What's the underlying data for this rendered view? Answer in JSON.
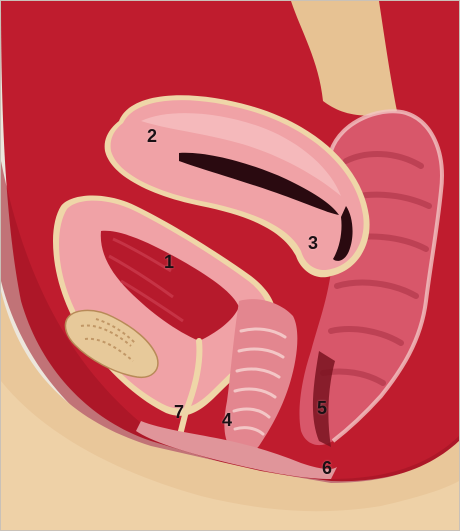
{
  "labels": {
    "l1": "1",
    "l2": "2",
    "l3": "3",
    "l4": "4",
    "l5": "5",
    "l6": "6",
    "l7": "7"
  },
  "colors": {
    "background": "#ece6dc",
    "outer_tissue": "#bf1c2e",
    "outer_tissue_dark": "#9e1424",
    "skin": "#e9c79a",
    "organ_pink": "#f0a2a6",
    "organ_light": "#f6bfc0",
    "lining": "#efd6a8",
    "cavity": "#7a1320",
    "bowel": "#d8576a",
    "bowel_dark": "#b2384c",
    "pubic_bone": "#e7c99a"
  }
}
